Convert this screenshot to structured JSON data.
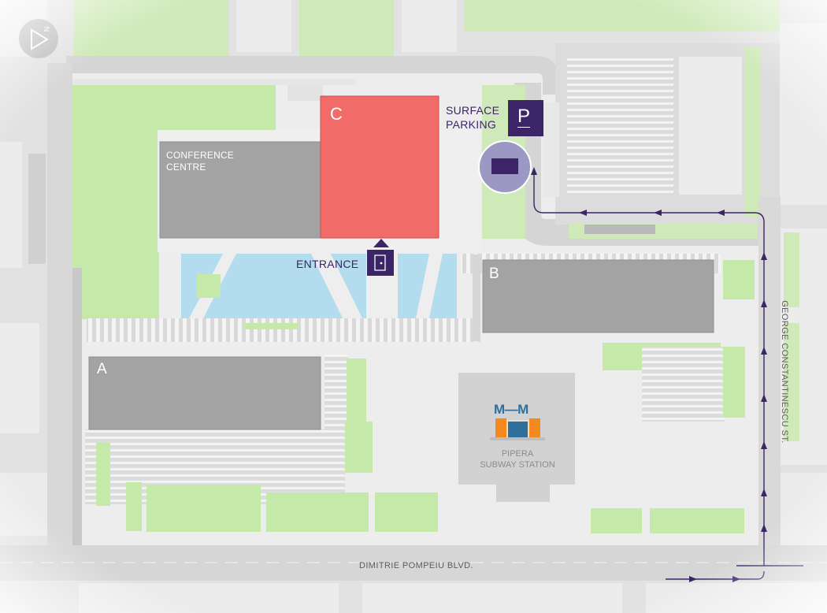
{
  "compass": {
    "icon": "compass-north-icon",
    "letter": "N"
  },
  "buildings": {
    "a": {
      "label": "A"
    },
    "b": {
      "label": "B"
    },
    "c": {
      "label": "C",
      "color": "#f16b69"
    },
    "conference": {
      "line1": "CONFERENCE",
      "line2": "CENTRE"
    }
  },
  "parking": {
    "line1": "SURFACE",
    "line2": "PARKING",
    "sign": "P",
    "icon": "parking-sign-icon"
  },
  "entrance": {
    "label": "ENTRANCE",
    "icon": "entrance-door-icon"
  },
  "subway": {
    "logo": "M—M",
    "line1": "PIPERA",
    "line2": "SUBWAY STATION",
    "icon": "metro-station-icon"
  },
  "streets": {
    "east": "GEORGE CONSTANTINESCU ST.",
    "south": "DIMITRIE POMPEIU BLVD."
  },
  "colors": {
    "accent": "#3b2566",
    "green": "#c4e9a8",
    "water": "#b3dcee",
    "building": "#a3a3a3",
    "road": "#d4d4d4"
  }
}
